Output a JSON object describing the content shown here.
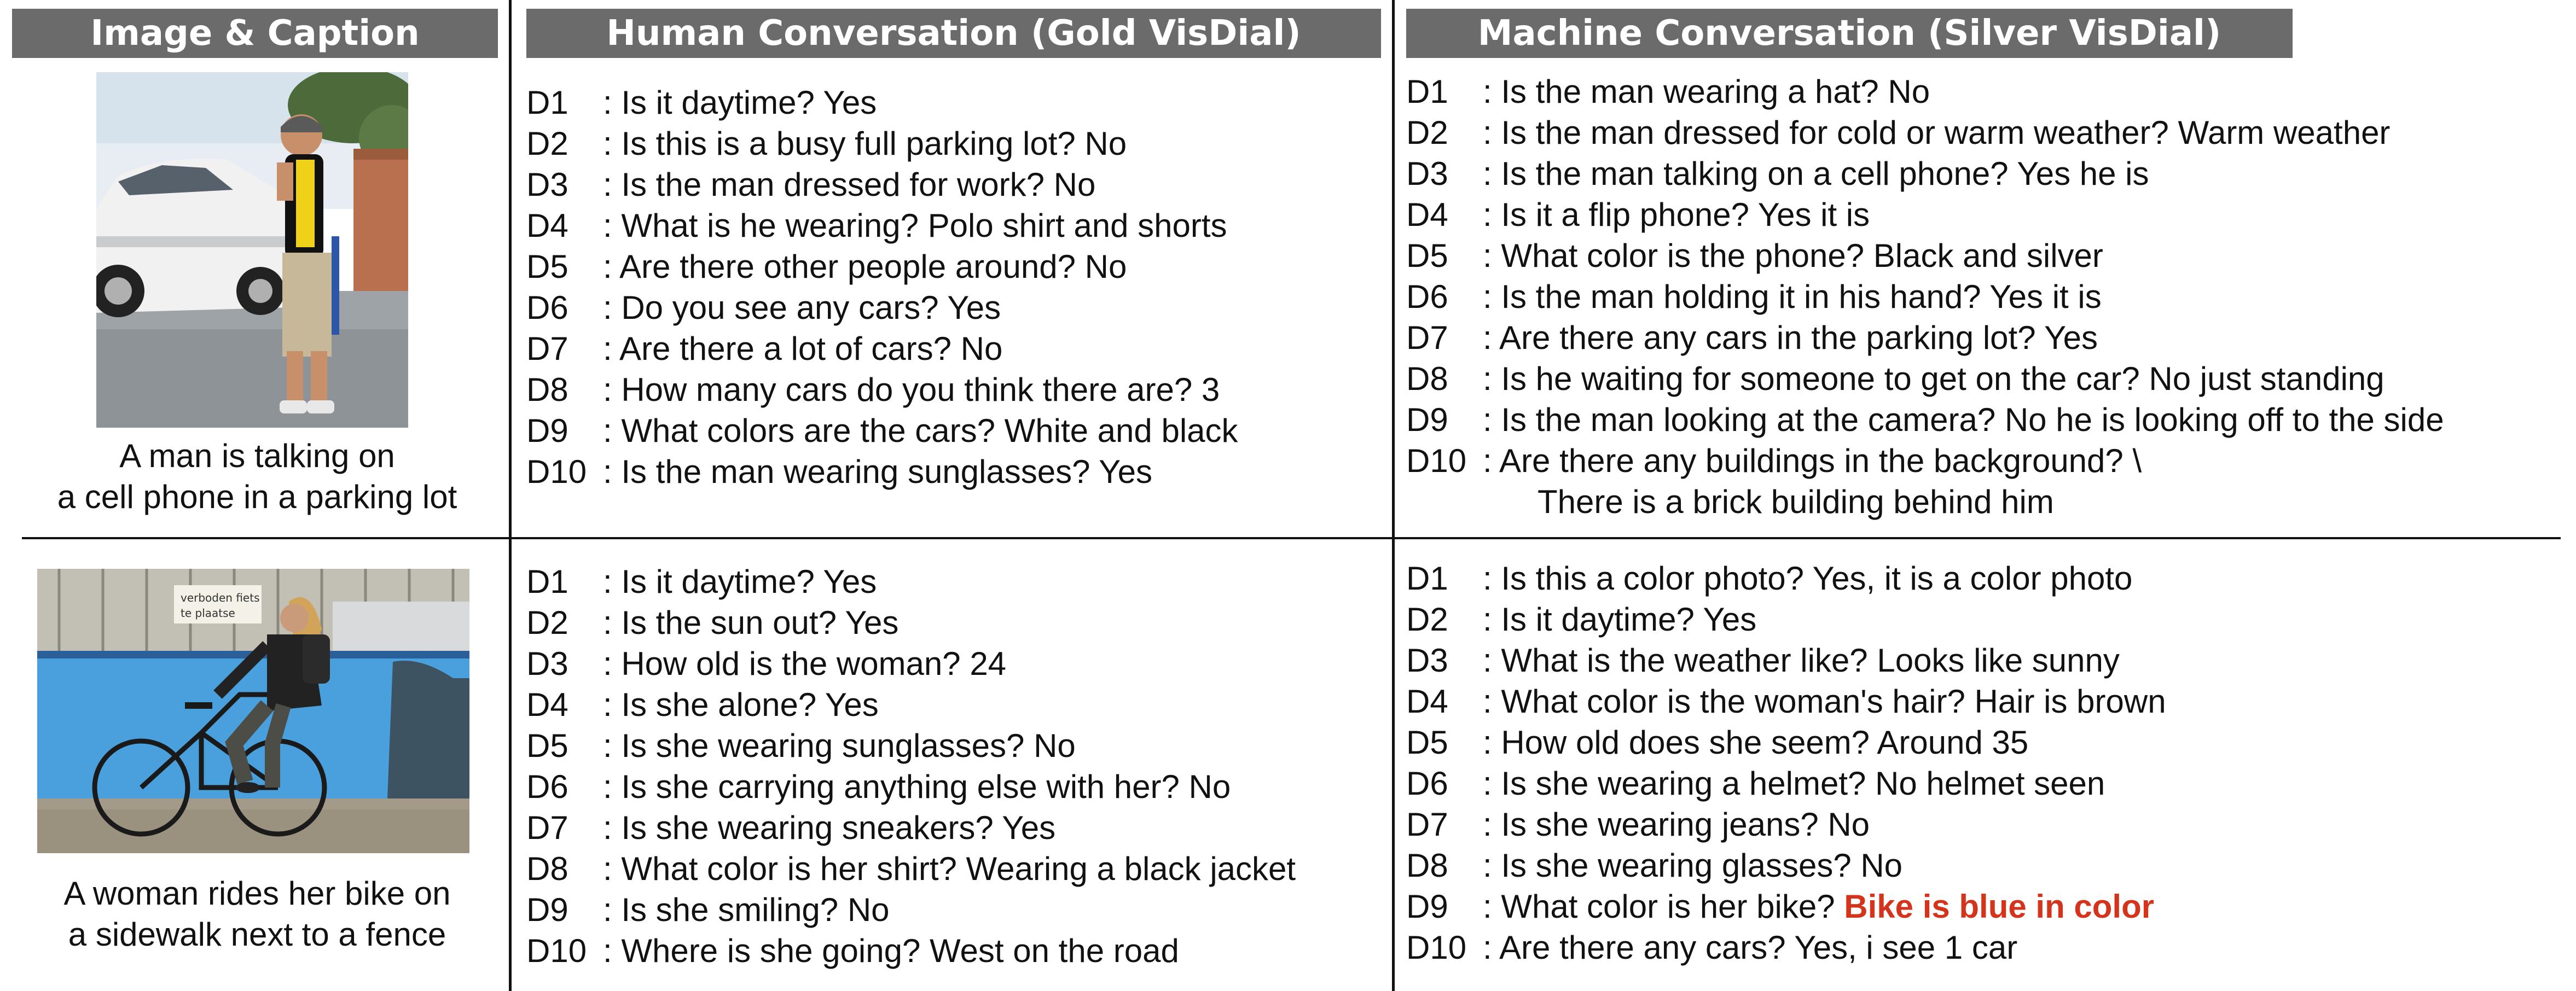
{
  "headers": {
    "image_caption": "Image & Caption",
    "human": "Human Conversation (Gold VisDial)",
    "machine": "Machine Conversation (Silver VisDial)"
  },
  "examples": [
    {
      "caption_lines": [
        "A man is talking on",
        "a cell phone in a parking lot"
      ],
      "human": [
        {
          "label": "D1",
          "text": "Is it daytime? Yes"
        },
        {
          "label": "D2",
          "text": "Is this is a busy full parking lot? No"
        },
        {
          "label": "D3",
          "text": "Is the man dressed for work? No"
        },
        {
          "label": "D4",
          "text": "What is he wearing? Polo shirt and shorts"
        },
        {
          "label": "D5",
          "text": "Are there other people around? No"
        },
        {
          "label": "D6",
          "text": "Do you see any cars? Yes"
        },
        {
          "label": "D7",
          "text": "Are there a lot of cars? No"
        },
        {
          "label": "D8",
          "text": "How many cars do you think there are? 3"
        },
        {
          "label": "D9",
          "text": "What colors are the cars? White and black"
        },
        {
          "label": "D10",
          "text": "Is the man wearing sunglasses? Yes"
        }
      ],
      "machine": [
        {
          "label": "D1",
          "text": "Is the man wearing a hat? No"
        },
        {
          "label": "D2",
          "text": "Is the man dressed for cold or warm weather? Warm weather"
        },
        {
          "label": "D3",
          "text": "Is the man talking on a cell phone? Yes he is"
        },
        {
          "label": "D4",
          "text": "Is it a flip phone? Yes it is"
        },
        {
          "label": "D5",
          "text": "What color is the phone? Black and silver"
        },
        {
          "label": "D6",
          "text": "Is the man holding it in his hand? Yes it is"
        },
        {
          "label": "D7",
          "text": "Are there any cars in the parking lot? Yes"
        },
        {
          "label": "D8",
          "text": "Is he waiting for someone to get on the car? No just standing"
        },
        {
          "label": "D9",
          "text": "Is the man looking at the camera? No he is looking off to the side"
        },
        {
          "label": "D10",
          "text": "Are there any buildings in the background? \\",
          "continuation": "There is a brick building behind him"
        }
      ]
    },
    {
      "caption_lines": [
        "A woman rides her bike on",
        "a sidewalk next to a fence"
      ],
      "photo_sign": [
        "verboden fiets",
        "te plaatse"
      ],
      "human": [
        {
          "label": "D1",
          "text": "Is it daytime? Yes"
        },
        {
          "label": "D2",
          "text": "Is the sun out? Yes"
        },
        {
          "label": "D3",
          "text": "How old is the woman? 24"
        },
        {
          "label": "D4",
          "text": "Is she alone? Yes"
        },
        {
          "label": "D5",
          "text": "Is she wearing sunglasses? No"
        },
        {
          "label": "D6",
          "text": "Is she carrying anything else with her? No"
        },
        {
          "label": "D7",
          "text": "Is she wearing sneakers? Yes"
        },
        {
          "label": "D8",
          "text": "What color is her shirt? Wearing a black jacket"
        },
        {
          "label": "D9",
          "text": "Is she smiling? No"
        },
        {
          "label": "D10",
          "text": "Where is she going? West on the road"
        }
      ],
      "machine": [
        {
          "label": "D1",
          "text": "Is this a color photo? Yes, it is a color photo"
        },
        {
          "label": "D2",
          "text": "Is it daytime? Yes"
        },
        {
          "label": "D3",
          "text": "What is the weather like? Looks like sunny"
        },
        {
          "label": "D4",
          "text": "What color is the woman's hair? Hair is brown"
        },
        {
          "label": "D5",
          "text": "How old does she seem? Around 35"
        },
        {
          "label": "D6",
          "text": "Is she wearing a helmet? No helmet seen"
        },
        {
          "label": "D7",
          "text": "Is she wearing jeans? No"
        },
        {
          "label": "D8",
          "text": "Is she wearing glasses? No"
        },
        {
          "label": "D9",
          "text": "What color is her bike?",
          "highlight": "Bike is blue in color"
        },
        {
          "label": "D10",
          "text": "Are there any cars? Yes, i see 1 car"
        }
      ]
    }
  ],
  "highlight_color": "#d4331c"
}
